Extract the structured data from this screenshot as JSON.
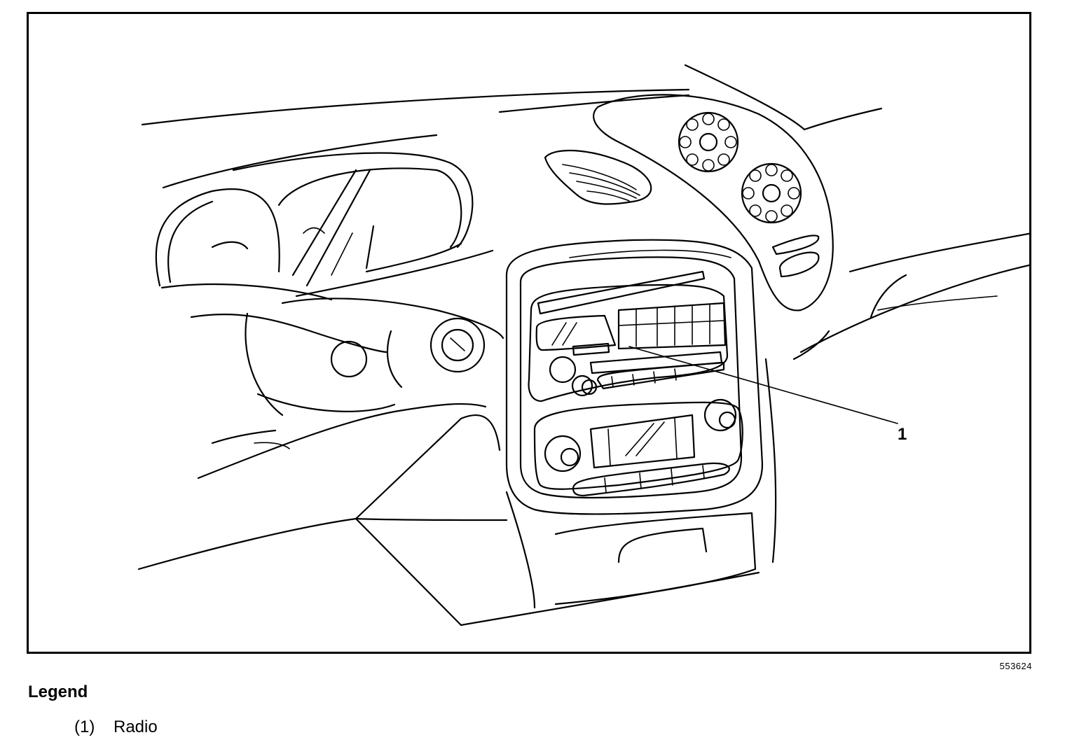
{
  "figure": {
    "id": "553624",
    "callout_number": "1"
  },
  "legend": {
    "title": "Legend",
    "items": [
      {
        "number": "(1)",
        "label": "Radio"
      }
    ]
  },
  "colors": {
    "line": "#000000",
    "background": "#ffffff"
  }
}
